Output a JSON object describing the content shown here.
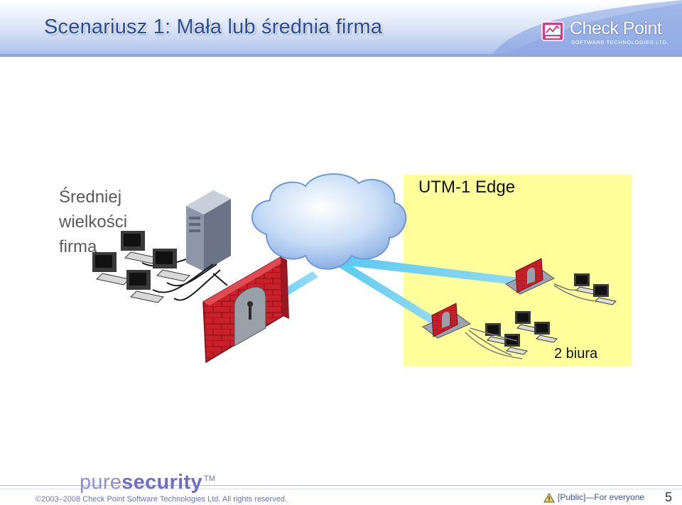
{
  "header": {
    "title": "Scenariusz 1: Mała lub średnia firma",
    "logo_name": "Check Point",
    "logo_sub": "SOFTWARE TECHNOLOGIES LTD."
  },
  "diagram": {
    "left_label_lines": [
      "Średniej",
      "wielkości",
      "firma"
    ],
    "utm_title": "UTM-1 Edge",
    "branch_label": "2 biura"
  },
  "footer": {
    "brand_pure": "pure",
    "brand_security": "security",
    "brand_tm": "TM",
    "copyright": "©2003–2008 Check Point Software Technologies Ltd. All rights reserved.",
    "classification": "[Public]—For everyone",
    "page_number": "5"
  },
  "colors": {
    "title": "#2a4a9a",
    "utm_box": "#ffff9c",
    "firewall_brick": "#c8202a",
    "cloud": "#a9c8f0",
    "brand": "#6c6fc7"
  }
}
